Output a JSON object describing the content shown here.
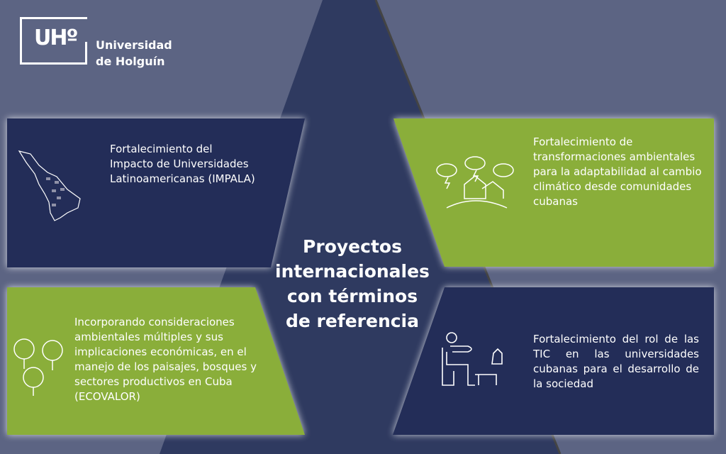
{
  "logo": {
    "mark": "UHº",
    "name_line1": "Universidad",
    "name_line2": "de Holguín"
  },
  "title": [
    "Proyectos",
    "internacionales",
    "con términos",
    "de referencia"
  ],
  "projects": [
    {
      "text": "Fortalecimiento del Impacto de Universidades Latinoamericanas (IMPALA)",
      "icon": "latin-america-map-icon"
    },
    {
      "text": "Fortalecimiento de transformaciones ambientales para la adaptabilidad al cambio climático desde comunidades cubanas",
      "icon": "storm-house-icon"
    },
    {
      "text": "Incorporando consideraciones ambientales múltiples y sus implicaciones económicas, en el manejo de los paisajes, bosques y sectores productivos en Cuba (ECOVALOR)",
      "icon": "trees-icon"
    },
    {
      "text": "Fortalecimiento del rol de las TIC en las universidades cubanas para el desarrollo de la sociedad",
      "icon": "person-at-computer-icon"
    }
  ],
  "colors": {
    "background": "#5c6483",
    "navy": "#232d58",
    "green": "#8aae3a",
    "triangle": "#2f3a60"
  }
}
